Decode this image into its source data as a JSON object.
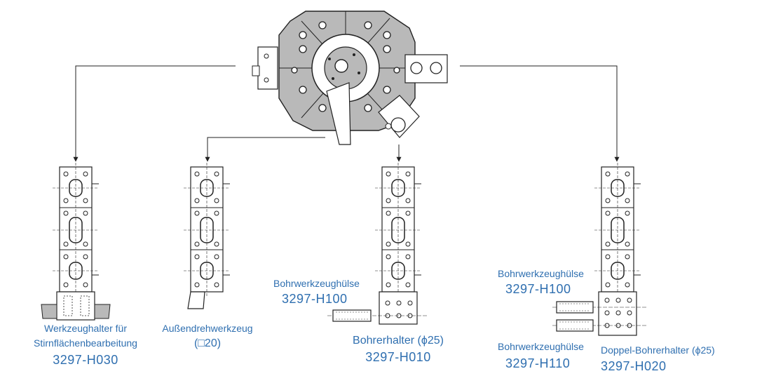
{
  "colors": {
    "label": "#2f6fb0",
    "line": "#222222",
    "fill": "#b9b9b9"
  },
  "tools": [
    {
      "name_lines": [
        "Werkzeughalter für",
        "Stirnflächenbearbeitung"
      ],
      "code": "3297-H030"
    },
    {
      "name_lines": [
        "Außendrehwerkzeug",
        "(□20)"
      ],
      "code": ""
    },
    {
      "name": "Bohrerhalter (ϕ25)",
      "code": "3297-H010",
      "sleeve_name": "Bohrwerkzeughülse",
      "sleeve_code": "3297-H100"
    },
    {
      "name": "Doppel-Bohrerhalter (ϕ25)",
      "code": "3297-H020",
      "sleeve_top_name": "Bohrwerkzeughülse",
      "sleeve_top_code": "3297-H100",
      "sleeve_bottom_name": "Bohrwerkzeughülse",
      "sleeve_bottom_code": "3297-H110"
    }
  ]
}
